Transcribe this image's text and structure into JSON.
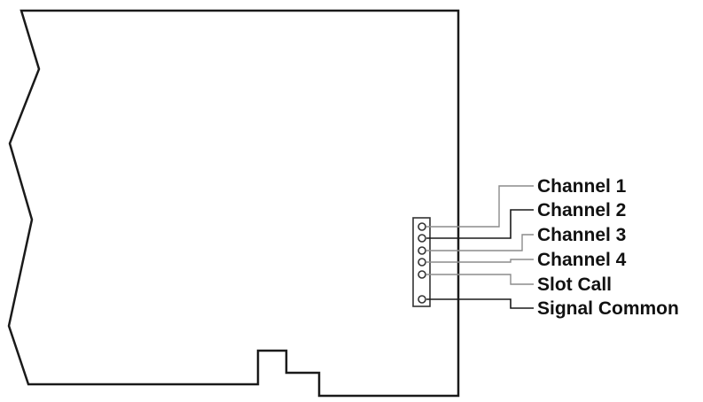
{
  "diagram": {
    "colors": {
      "board_outline": "#1a1a1a",
      "connector": "#333333",
      "dark_wire": "#1a1a1a",
      "light_wire": "#8c8c8c",
      "label_text": "#111111"
    },
    "terminals": [
      {
        "label": "Channel 1",
        "wire_tone": "light"
      },
      {
        "label": "Channel 2",
        "wire_tone": "dark"
      },
      {
        "label": "Channel 3",
        "wire_tone": "light"
      },
      {
        "label": "Channel 4",
        "wire_tone": "light"
      },
      {
        "label": "Slot Call",
        "wire_tone": "light"
      },
      {
        "label": "Signal Common",
        "wire_tone": "dark"
      }
    ]
  }
}
